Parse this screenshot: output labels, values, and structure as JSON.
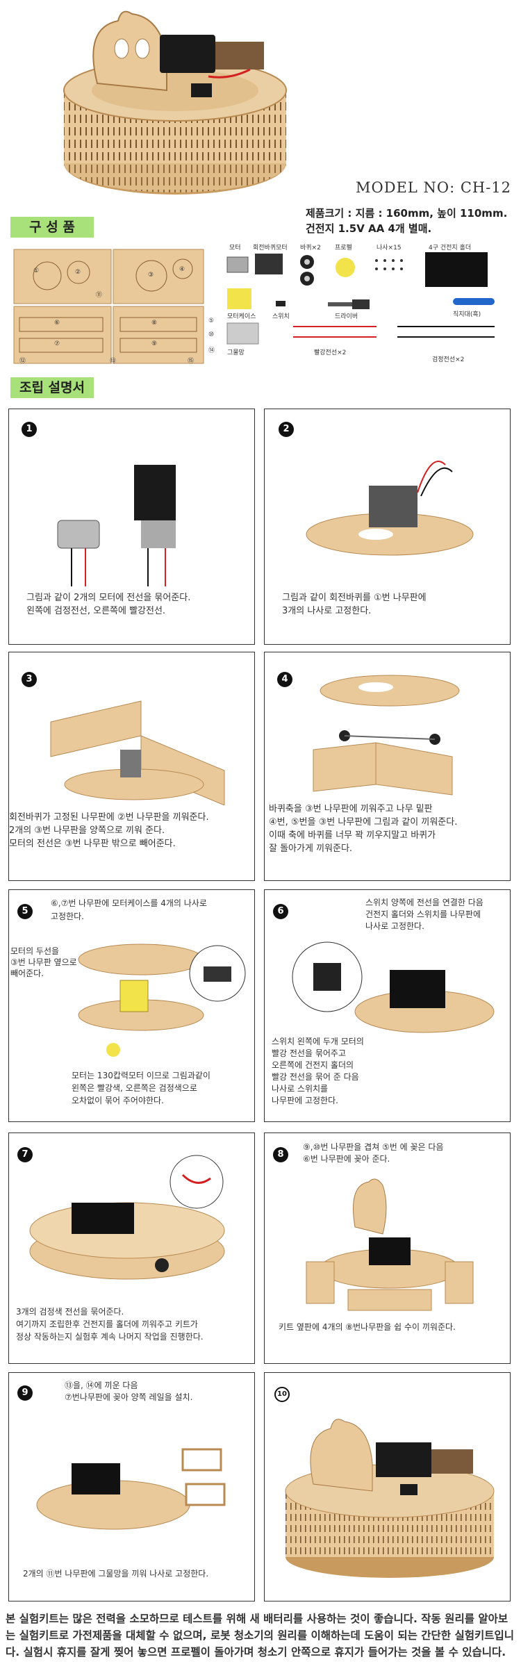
{
  "header": {
    "model": "MODEL NO: CH-12",
    "spec_line1": "제품크기 : 지름 : 160mm,  높이 110mm.",
    "spec_line2": "건전지 1.5V AA 4개 별매."
  },
  "components": {
    "title": "구 성 품",
    "labels": {
      "motor": "모터",
      "gear_motor": "회전바퀴모터",
      "wheels": "바퀴×2",
      "propeller": "프로펠",
      "screws": "나사×15",
      "battery_holder": "4구 건전지 홀더",
      "motor_case": "모터케이스",
      "switch": "스위치",
      "screwdriver": "드라이버",
      "cable_tie": "직지대(흑)",
      "mesh": "그물망",
      "red_wires": "빨강전선×2",
      "black_wires": "검정전선×2"
    },
    "board_nums_a": [
      "①",
      "②",
      "③",
      "④",
      "⑤"
    ],
    "board_nums_b": [
      "⑥",
      "⑦",
      "⑧",
      "⑨",
      "⑩"
    ],
    "board_nums_c": [
      "⑪",
      "⑫",
      "⑬",
      "⑭",
      "⑮"
    ]
  },
  "assembly": {
    "title": "조립 설명서",
    "steps": [
      {
        "num": "1",
        "text": "그림과 같이 2개의 모터에 전선을 묶어준다.\n왼쪽에 검정전선, 오른쪽에 빨강전선."
      },
      {
        "num": "2",
        "text": "그림과 같이 회전바퀴를 ①번 나무판에\n3개의 나사로 고정한다."
      },
      {
        "num": "3",
        "text": "회전바퀴가 고정된 나무판에 ②번 나무판을 끼워준다.\n2개의 ③번 나무판을 양쪽으로 끼워 준다.\n모터의 전선은 ③번 나무판 밖으로 빼어준다."
      },
      {
        "num": "4",
        "text": "바퀴축을 ③번 나무판에 끼워주고 나무 밑판\n④번, ⑤번을 ③번 나무판에 그림과 같이 끼워준다.\n이때 축에 바퀴를 너무 꽉 끼우지말고 바퀴가\n잘 돌아가게 끼워준다."
      },
      {
        "num": "5",
        "text_top": "⑥,⑦번 나무판에 모터케이스를 4개의 나사로\n고정한다.",
        "text_side": "모터의 두선을\n③번 나무판 옆으로\n빼어준다.",
        "text": "모터는 130캅력모터 이므로 그림과같이\n왼쪽은 빨강색, 오른쪽은 검정색으로\n오차없이 묶어 주어야한다."
      },
      {
        "num": "6",
        "text_top": "스위치 양쪽에 전선을 연결한 다음\n건전지 홀더와 스위치를 나무판에\n나사로 고정한다.",
        "text": "스위치 왼쪽에 두개 모터의\n빨강 전선을 묶어주고\n오른쪽에 건전지 홀더의\n빨강 전선을 묶어 준 다음\n나사로 스위치를\n나무판에 고정한다."
      },
      {
        "num": "7",
        "text": "3개의 검정색 전선을 묶어준다.\n여기까지 조립한후 건전지를 홀더에 끼워주고 키트가\n정상 작동하는지 실험후 계속 나머지 작업을 진행한다."
      },
      {
        "num": "8",
        "text_top": "⑨,⑩번 나무판을 겹쳐 ⑤번 에 꽂은 다음\n⑥번 나무판에 꽂아 준다.",
        "text": "키트 옆판에 4개의 ⑧번나무판을 쉽 수이 끼워준다."
      },
      {
        "num": "9",
        "text_top": "⑬을, ⑭에 끼운 다음\n⑦번나무판에 꽂아 양쪽 레일을 설치.",
        "text": "2개의 ⑪번 나무판에 그물망을 끼워 나사로 고정한다."
      },
      {
        "num": "10",
        "text": ""
      }
    ]
  },
  "footer": {
    "text": "본 실험키트는 많은 전력을 소모하므로 테스트를 위해 새 배터리를 사용하는 것이 좋습니다. 작동 원리를 알아보는 실험키트로 가전제품을 대체할 수 없으며, 로봇 청소기의 원리를 이해하는데 도움이 되는 간단한 실험키트입니다. 실험시 휴지를 잘게 찢어 놓으면 프로펠이 돌아가며 청소기 안쪽으로 휴지가 들어가는 것을 볼 수 있습니다."
  },
  "colors": {
    "wood": "#e9c99a",
    "wood_dark": "#c89a5e",
    "label_green": "#a8e07a",
    "motor_black": "#1a1a1a",
    "wire_red": "#d42020"
  }
}
